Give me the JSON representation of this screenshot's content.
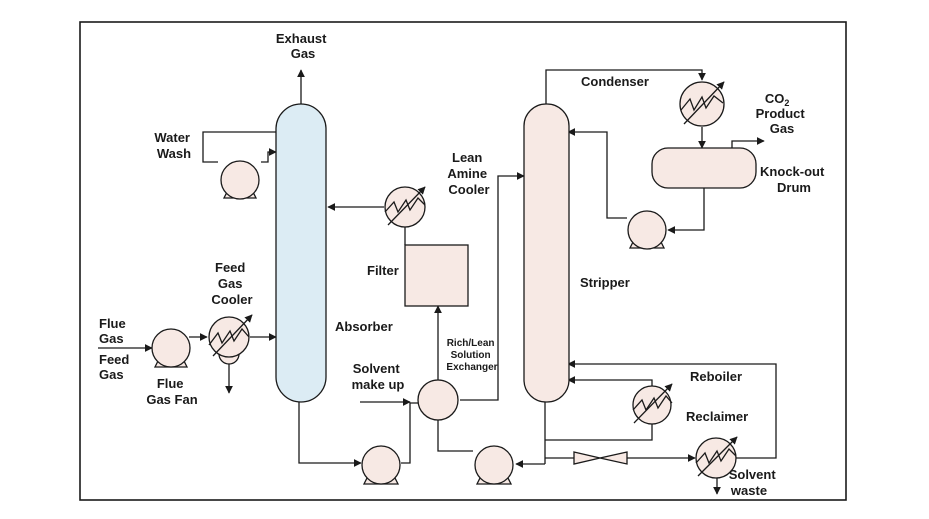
{
  "labels": {
    "exhaust_gas": [
      "Exhaust",
      "Gas"
    ],
    "water_wash": [
      "Water",
      "Wash"
    ],
    "feed_gas_cooler": [
      "Feed",
      "Gas",
      "Cooler"
    ],
    "flue_gas": [
      "Flue",
      "Gas"
    ],
    "feed_gas": [
      "Feed",
      "Gas"
    ],
    "flue_gas_fan": [
      "Flue",
      "Gas Fan"
    ],
    "absorber": "Absorber",
    "lean_amine_cooler": [
      "Lean",
      "Amine",
      "Cooler"
    ],
    "filter": "Filter",
    "rich_lean_exchanger": [
      "Rich/Lean",
      "Solution",
      "Exchanger"
    ],
    "solvent_make_up": [
      "Solvent",
      "make up"
    ],
    "condenser": "Condenser",
    "co2_product_gas": {
      "co": "CO",
      "sub": "2",
      "line2": "Product",
      "line3": "Gas"
    },
    "knock_out_drum": [
      "Knock-out",
      "Drum"
    ],
    "stripper": "Stripper",
    "reboiler": "Reboiler",
    "reclaimer": "Reclaimer",
    "solvent_waste": [
      "Solvent",
      "waste"
    ]
  },
  "colors": {
    "absorber_fill": "#dcecf4",
    "equipment_fill": "#f7e9e4",
    "line": "#1a1a1a"
  }
}
